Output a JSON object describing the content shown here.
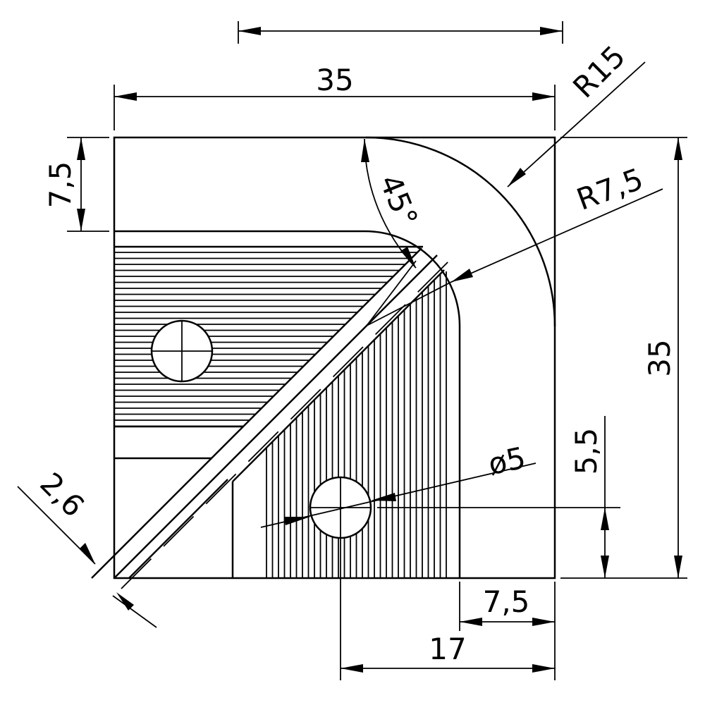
{
  "dimensions": {
    "top_width": "35",
    "right_height": "35",
    "left_offset": "7,5",
    "radius_outer": "R15",
    "radius_inner": "R7,5",
    "angle": "45°",
    "hole_diameter": "ø5",
    "hole_height": "5,5",
    "bottom_offset": "7,5",
    "hole_distance": "17",
    "slot_width": "2,6"
  }
}
